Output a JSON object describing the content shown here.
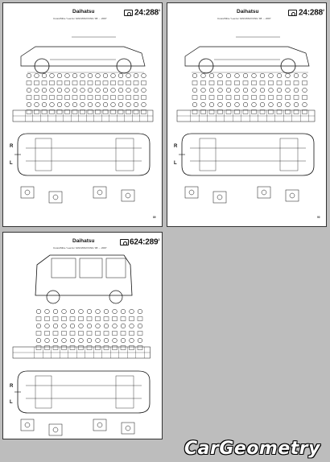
{
  "pages": [
    {
      "brand": "Daihatsu",
      "subtitle": "Cuore/Mira / Leeza / GINO/MAX/CNG '98 → 2007",
      "code": "24:288",
      "sup": "1",
      "page_number": "89",
      "side_upper": "R",
      "side_lower": "L"
    },
    {
      "brand": "Daihatsu",
      "subtitle": "Cuore/Mira / Leeza / GINO/MAX/CNG '98 → 2007",
      "code": "24:288",
      "sup": "2",
      "page_number": "90",
      "side_upper": "R",
      "side_lower": "L"
    },
    {
      "brand": "Daihatsu",
      "subtitle": "Cuore/Mira / Leeza / GINO/MAX/CNG '98 → 2007",
      "code": "624:289",
      "sup": "2",
      "page_number": "",
      "side_upper": "R",
      "side_lower": "L"
    }
  ],
  "watermark": "CarGeometry",
  "colors": {
    "background": "#bdbdbd",
    "paper": "#ffffff",
    "ink": "#111111"
  },
  "icons": [
    "camera-icon"
  ]
}
